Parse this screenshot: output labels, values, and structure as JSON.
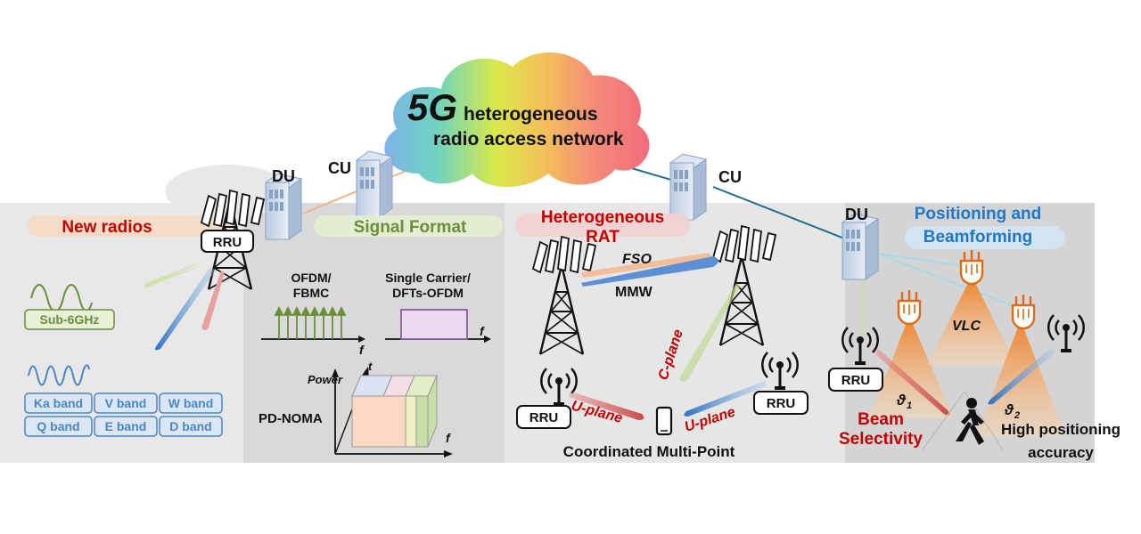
{
  "cloud": {
    "big": "5G",
    "line1": "heterogeneous",
    "line2": "radio access network"
  },
  "core": {
    "du_left": "DU",
    "cu_left": "CU",
    "cu_right": "CU",
    "du_right": "DU"
  },
  "panel_new_radios": {
    "title": "New radios",
    "rru": "RRU",
    "sub6": "Sub-6GHz",
    "bands": [
      "Ka band",
      "V band",
      "W band",
      "Q band",
      "E band",
      "D band"
    ]
  },
  "panel_signal_format": {
    "title": "Signal Format",
    "ofdm_line1": "OFDM/",
    "ofdm_line2": "FBMC",
    "sc_line1": "Single Carrier/",
    "sc_line2": "DFTs-OFDM",
    "f_axis": "f",
    "power": "Power",
    "t_axis": "t",
    "pdnoma": "PD-NOMA"
  },
  "panel_rat": {
    "title_line1": "Heterogeneous",
    "title_line2": "RAT",
    "fso": "FSO",
    "mmw": "MMW",
    "cplane": "C-plane",
    "uplane_left": "U-plane",
    "uplane_right": "U-plane",
    "rru_left": "RRU",
    "rru_right": "RRU",
    "comp": "Coordinated Multi-Point"
  },
  "panel_positioning": {
    "title_line1": "Positioning and",
    "title_line2": "Beamforming",
    "vlc": "VLC",
    "rru": "RRU",
    "theta1": "ϑ",
    "theta1_sub": "1",
    "theta2": "ϑ",
    "theta2_sub": "2",
    "beam_line1": "Beam",
    "beam_line2": "Selectivity",
    "hpa_line1": "High positioning",
    "hpa_line2": "accuracy"
  },
  "colors": {
    "title_red": "#c00000",
    "title_green": "#6b8e3a",
    "title_blue": "#1f78c8",
    "band_blue": "#4a86c8",
    "panel_gray": "#e6e6e6",
    "panel_dark": "#d9d9d9",
    "orange_light": "#f59a3a"
  }
}
